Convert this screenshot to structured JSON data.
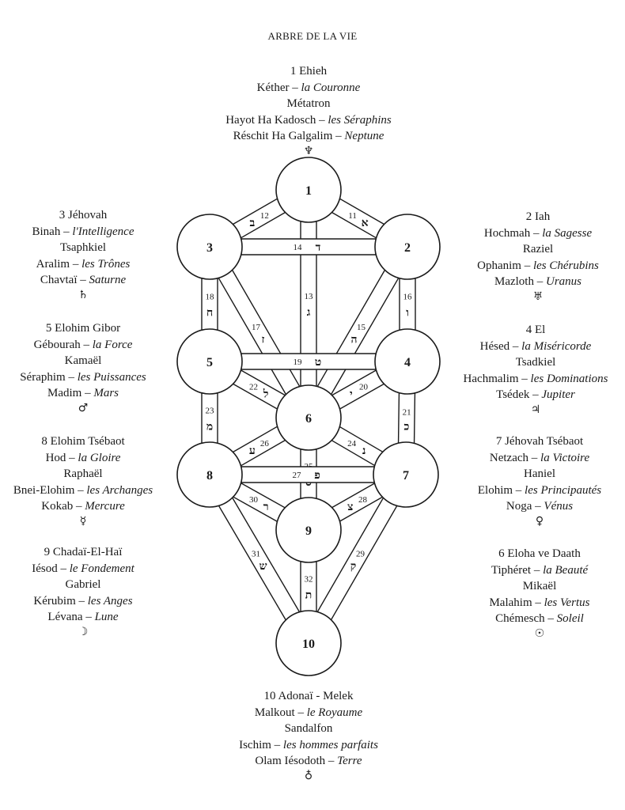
{
  "title": "ARBRE DE LA VIE",
  "sephiroth": [
    {
      "n": "1",
      "divine_name": "1  Ehieh",
      "sephira": "Kéther",
      "meaning": "la Couronne",
      "archangel": "Métatron",
      "choir": "Hayot Ha Kadosch",
      "choir_meaning": "les Séraphins",
      "planet_name": "Réschit Ha Galgalim",
      "planet": "Neptune",
      "symbol": "♆"
    },
    {
      "n": "2",
      "divine_name": "2  Iah",
      "sephira": "Hochmah",
      "meaning": "la Sagesse",
      "archangel": "Raziel",
      "choir": "Ophanim",
      "choir_meaning": "les Chérubins",
      "planet_name": "Mazloth",
      "planet": "Uranus",
      "symbol": "♅"
    },
    {
      "n": "3",
      "divine_name": "3  Jéhovah",
      "sephira": "Binah",
      "meaning": "l'Intelligence",
      "archangel": "Tsaphkiel",
      "choir": "Aralim",
      "choir_meaning": "les Trônes",
      "planet_name": "Chavtaï",
      "planet": "Saturne",
      "symbol": "♄"
    },
    {
      "n": "4",
      "divine_name": "4  El",
      "sephira": "Hésed",
      "meaning": "la Miséricorde",
      "archangel": "Tsadkiel",
      "choir": "Hachmalim",
      "choir_meaning": "les Dominations",
      "planet_name": "Tsédek",
      "planet": "Jupiter",
      "symbol": "♃"
    },
    {
      "n": "5",
      "divine_name": "5  Elohim Gibor",
      "sephira": "Gébourah",
      "meaning": "la Force",
      "archangel": "Kamaël",
      "choir": "Séraphim",
      "choir_meaning": "les Puissances",
      "planet_name": "Madim",
      "planet": "Mars",
      "symbol": "♂"
    },
    {
      "n": "6",
      "divine_name": "6  Eloha ve Daath",
      "sephira": "Tiphéret",
      "meaning": "la Beauté",
      "archangel": "Mikaël",
      "choir": "Malahim",
      "choir_meaning": "les Vertus",
      "planet_name": "Chémesch",
      "planet": "Soleil",
      "symbol": "☉"
    },
    {
      "n": "7",
      "divine_name": "7  Jéhovah Tsébaot",
      "sephira": "Netzach",
      "meaning": "la Victoire",
      "archangel": "Haniel",
      "choir": "Elohim",
      "choir_meaning": "les Principautés",
      "planet_name": "Noga",
      "planet": "Vénus",
      "symbol": "♀"
    },
    {
      "n": "8",
      "divine_name": "8  Elohim Tsébaot",
      "sephira": "Hod",
      "meaning": "la Gloire",
      "archangel": "Raphaël",
      "choir": "Bnei-Elohim",
      "choir_meaning": "les Archanges",
      "planet_name": "Kokab",
      "planet": "Mercure",
      "symbol": "☿"
    },
    {
      "n": "9",
      "divine_name": "9  Chadaï-El-Haï",
      "sephira": "Iésod",
      "meaning": "le Fondement",
      "archangel": "Gabriel",
      "choir": "Kérubim",
      "choir_meaning": "les Anges",
      "planet_name": "Lévana",
      "planet": "Lune",
      "symbol": "☽"
    },
    {
      "n": "10",
      "divine_name": "10 Adonaï - Melek",
      "sephira": "Malkout",
      "meaning": "le Royaume",
      "archangel": "Sandalfon",
      "choir": "Ischim",
      "choir_meaning": "les hommes parfaits",
      "planet_name": "Olam Iésodoth",
      "planet": "Terre",
      "symbol": "♁"
    }
  ],
  "paths": [
    {
      "n": "11",
      "from": "1",
      "to": "2",
      "letter": "א"
    },
    {
      "n": "12",
      "from": "1",
      "to": "3",
      "letter": "ב"
    },
    {
      "n": "13",
      "from": "1",
      "to": "6",
      "letter": "ג"
    },
    {
      "n": "14",
      "from": "2",
      "to": "3",
      "letter": "ד"
    },
    {
      "n": "15",
      "from": "2",
      "to": "6",
      "letter": "ה"
    },
    {
      "n": "16",
      "from": "2",
      "to": "4",
      "letter": "ו"
    },
    {
      "n": "17",
      "from": "3",
      "to": "6",
      "letter": "ז"
    },
    {
      "n": "18",
      "from": "3",
      "to": "5",
      "letter": "ח"
    },
    {
      "n": "19",
      "from": "4",
      "to": "5",
      "letter": "ט"
    },
    {
      "n": "20",
      "from": "4",
      "to": "6",
      "letter": "י"
    },
    {
      "n": "21",
      "from": "4",
      "to": "7",
      "letter": "כ"
    },
    {
      "n": "22",
      "from": "5",
      "to": "6",
      "letter": "ל"
    },
    {
      "n": "23",
      "from": "5",
      "to": "8",
      "letter": "מ"
    },
    {
      "n": "24",
      "from": "6",
      "to": "7",
      "letter": "נ"
    },
    {
      "n": "25",
      "from": "6",
      "to": "9",
      "letter": "ס"
    },
    {
      "n": "26",
      "from": "6",
      "to": "8",
      "letter": "ע"
    },
    {
      "n": "27",
      "from": "7",
      "to": "8",
      "letter": "פ"
    },
    {
      "n": "28",
      "from": "7",
      "to": "9",
      "letter": "צ"
    },
    {
      "n": "29",
      "from": "7",
      "to": "10",
      "letter": "ק"
    },
    {
      "n": "30",
      "from": "8",
      "to": "9",
      "letter": "ר"
    },
    {
      "n": "31",
      "from": "8",
      "to": "10",
      "letter": "ש"
    },
    {
      "n": "32",
      "from": "9",
      "to": "10",
      "letter": "ת"
    }
  ]
}
